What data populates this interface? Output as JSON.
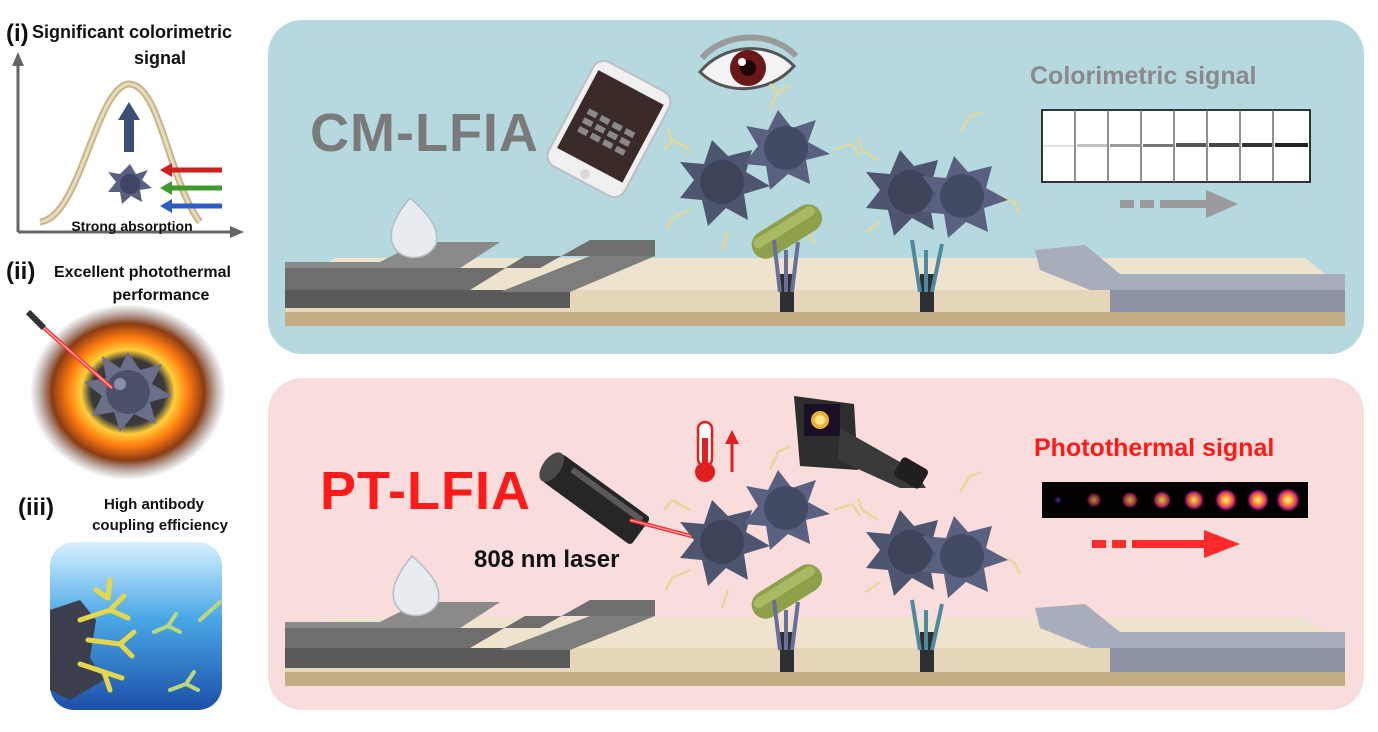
{
  "side": {
    "item1": {
      "roman": "(i)",
      "title_line1": "Significant colorimetric",
      "title_line2": "signal",
      "axis_label": "Strong absorption"
    },
    "item2": {
      "roman": "(ii)",
      "title_line1": "Excellent photothermal",
      "title_line2": "performance"
    },
    "item3": {
      "roman": "(iii)",
      "title_line1": "High antibody",
      "title_line2": "coupling efficiency"
    }
  },
  "top_panel": {
    "title": "CM-LFIA",
    "signal_label": "Colorimetric signal",
    "colors": {
      "background": "#b5d9df",
      "title": "#7a7a7a",
      "signal": "#8a8a8a"
    }
  },
  "bottom_panel": {
    "title": "PT-LFIA",
    "signal_label": "Photothermal signal",
    "laser_label": "808 nm laser",
    "colors": {
      "background": "#f9dcdc",
      "title": "#ff1a1a",
      "signal": "#ff1a1a"
    }
  },
  "icons": [
    "eye-icon",
    "smartphone-icon",
    "droplet-icon",
    "thermometer-icon",
    "thermal-camera-icon",
    "laser-pointer-icon",
    "nanoparticle-icon",
    "bacterium-icon",
    "antibody-icon"
  ]
}
